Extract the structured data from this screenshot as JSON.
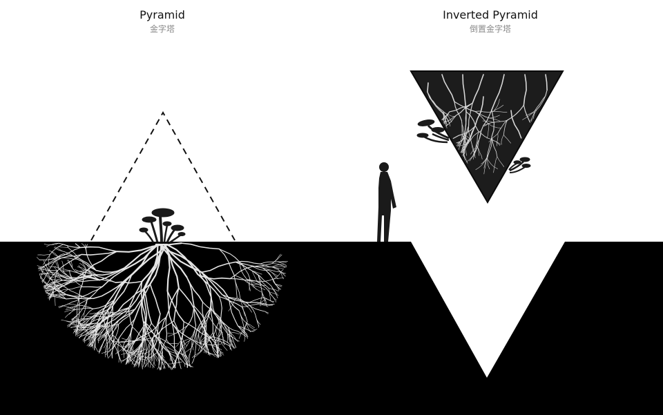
{
  "left": {
    "title": "Pyramid",
    "subtitle": "金字塔"
  },
  "right": {
    "title": "Inverted Pyramid",
    "subtitle": "倒置金字塔"
  },
  "colors": {
    "ground": "#000000",
    "sky": "#ffffff",
    "roots": "#e8e8e8",
    "title": "#111111",
    "subtitle": "#8a8a8a"
  }
}
